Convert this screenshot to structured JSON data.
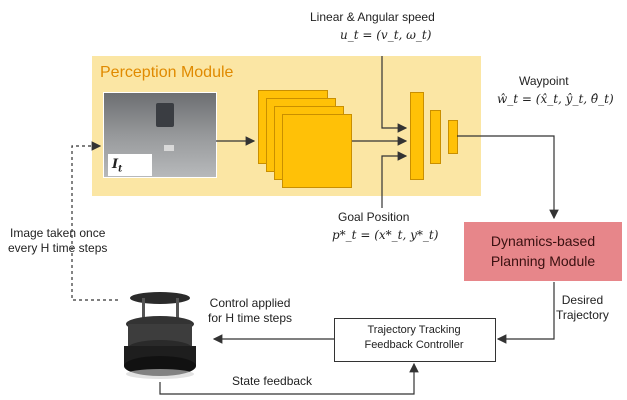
{
  "diagram": {
    "perception_module": {
      "title": "Perception Module",
      "frame_symbol": "I",
      "frame_subscript": "t",
      "icon": "camera-view-image"
    },
    "inputs": {
      "speed_label": "Linear & Angular speed",
      "speed_formula": "u_t = (v_t, ω_t)",
      "goal_label": "Goal Position",
      "goal_formula": "p*_t = (x*_t, y*_t)"
    },
    "outputs": {
      "waypoint_label": "Waypoint",
      "waypoint_formula": "ŵ_t = (x̂_t, ŷ_t, θ̂_t)"
    },
    "planning_module": {
      "line1": "Dynamics-based",
      "line2": "Planning Module"
    },
    "desired_trajectory": {
      "line1": "Desired",
      "line2": "Trajectory"
    },
    "controller": {
      "line1": "Trajectory Tracking",
      "line2": "Feedback Controller"
    },
    "control_applied": {
      "line1": "Control applied",
      "line2": "for H time steps"
    },
    "image_taken": {
      "line1": "Image taken once",
      "line2": "every H time steps"
    },
    "state_feedback": "State feedback",
    "robot_icon": "turtlebot-robot-icon",
    "colors": {
      "perception_bg": "#fbe6a4",
      "perception_title": "#e08a00",
      "feature_maps": "#ffc107",
      "planning_bg": "#e7868a"
    }
  }
}
